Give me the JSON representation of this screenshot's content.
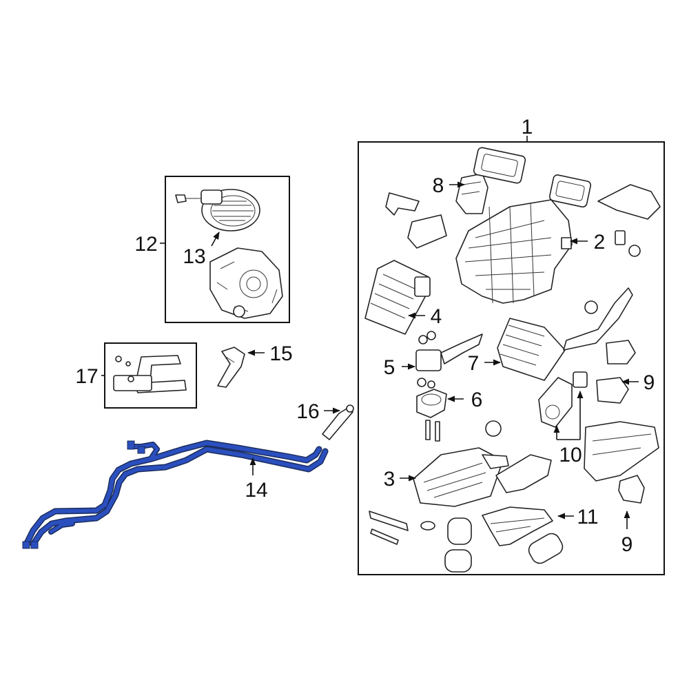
{
  "highlight_color": "#2b4fbe",
  "callouts": {
    "c1": "1",
    "c2": "2",
    "c3": "3",
    "c4": "4",
    "c5": "5",
    "c6": "6",
    "c7": "7",
    "c8": "8",
    "c9a": "9",
    "c9b": "9",
    "c10": "10",
    "c11": "11",
    "c12": "12",
    "c13": "13",
    "c14": "14",
    "c15": "15",
    "c16": "16",
    "c17": "17"
  }
}
